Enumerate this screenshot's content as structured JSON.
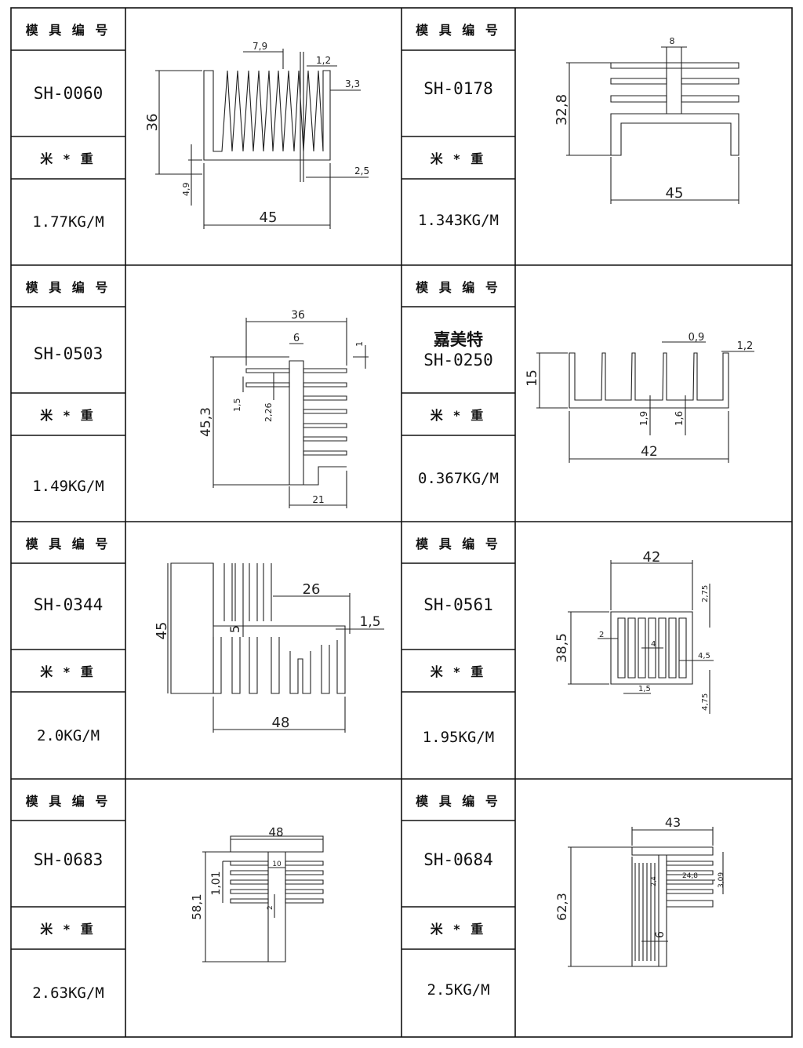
{
  "labels": {
    "mold_no": "模 具 编 号",
    "weight": "米 * 重"
  },
  "products": [
    {
      "code": "SH-0060",
      "weight": "1.77KG/M",
      "dims": {
        "width": "45",
        "height": "36",
        "fin_pitch": "7,9",
        "fin_thick": "1,2",
        "side_gap": "3,3",
        "base_gap": "2,5",
        "base": "4,9"
      }
    },
    {
      "code": "SH-0178",
      "weight": "1.343KG/M",
      "dims": {
        "top": "8",
        "height": "32,8",
        "width": "45"
      }
    },
    {
      "code": "SH-0503",
      "weight": "1.49KG/M",
      "dims": {
        "top": "36",
        "stem": "6",
        "tip": "1",
        "height": "45,3",
        "fin": "1,5",
        "pitch": "2,26",
        "bottom": "21"
      }
    },
    {
      "brand": "嘉美特",
      "code": "SH-0250",
      "weight": "0.367KG/M",
      "dims": {
        "fin_thick": "0,9",
        "edge": "1,2",
        "height": "15",
        "base_a": "1,9",
        "base_b": "1,6",
        "width": "42"
      }
    },
    {
      "code": "SH-0344",
      "weight": "2.0KG/M",
      "dims": {
        "height": "45",
        "inner": "26",
        "lip": "1,5",
        "gap": "5",
        "width": "48"
      }
    },
    {
      "code": "SH-0561",
      "weight": "1.95KG/M",
      "dims": {
        "width": "42",
        "top": "2,75",
        "height": "38,5",
        "wall": "2",
        "slot": "4",
        "fin_gap": "4,5",
        "fin": "1,5",
        "bottom": "4,75"
      }
    },
    {
      "code": "SH-0683",
      "weight": "2.63KG/M",
      "dims": {
        "width": "48",
        "height": "58,1",
        "pitch": "1,01",
        "gap": "10",
        "fin": "2"
      }
    },
    {
      "code": "SH-0684",
      "weight": "2.5KG/M",
      "dims": {
        "width": "43",
        "height": "62,3",
        "inner": "24,8",
        "fin": "3,09",
        "pitch": "2,4",
        "stem": "6"
      }
    }
  ]
}
